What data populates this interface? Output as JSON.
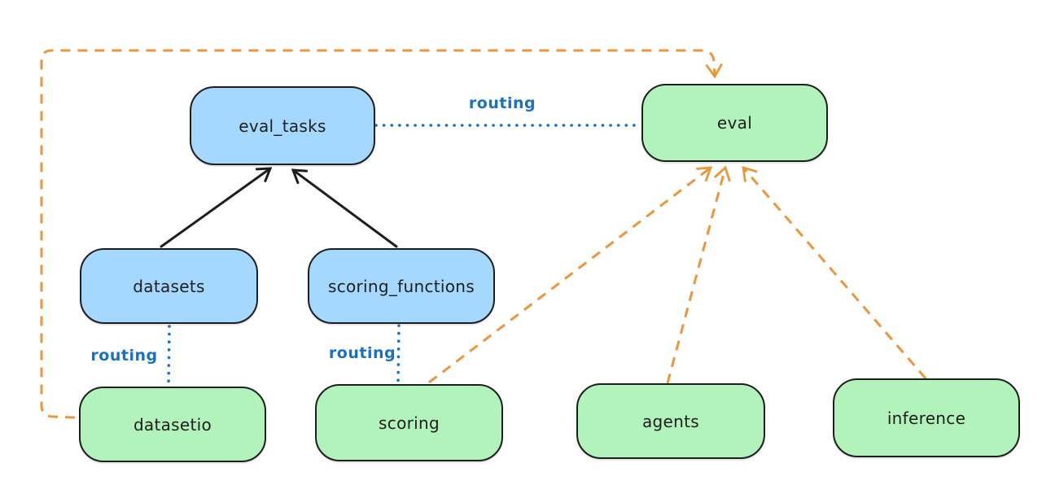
{
  "colors": {
    "background": "#ffffff",
    "blue_fill": "#a5d8ff",
    "green_fill": "#b2f2bb",
    "ink": "#1e1e1e",
    "routing_blue": "#1971c2",
    "orange": "#ec963c"
  },
  "nodes": {
    "eval_tasks": {
      "label": "eval_tasks",
      "fill": "blue"
    },
    "eval": {
      "label": "eval",
      "fill": "green"
    },
    "datasets": {
      "label": "datasets",
      "fill": "blue"
    },
    "scoring_functions": {
      "label": "scoring_functions",
      "fill": "blue"
    },
    "datasetio": {
      "label": "datasetio",
      "fill": "green"
    },
    "scoring": {
      "label": "scoring",
      "fill": "green"
    },
    "agents": {
      "label": "agents",
      "fill": "green"
    },
    "inference": {
      "label": "inference",
      "fill": "green"
    }
  },
  "edges": {
    "eval_tasks_eval": {
      "from": "eval_tasks",
      "to": "eval",
      "label": "routing",
      "style": "blue-dotted"
    },
    "datasets_datasetio": {
      "from": "datasets",
      "to": "datasetio",
      "label": "routing",
      "style": "blue-dotted"
    },
    "scoring_functions_scoring": {
      "from": "scoring_functions",
      "to": "scoring",
      "label": "routing",
      "style": "blue-dotted"
    },
    "datasets_eval_tasks": {
      "from": "datasets",
      "to": "eval_tasks",
      "label": "",
      "style": "black-solid-arrow"
    },
    "scoring_functions_eval_tasks": {
      "from": "scoring_functions",
      "to": "eval_tasks",
      "label": "",
      "style": "black-solid-arrow"
    },
    "scoring_eval": {
      "from": "scoring",
      "to": "eval",
      "label": "",
      "style": "orange-dashed-arrow"
    },
    "agents_eval": {
      "from": "agents",
      "to": "eval",
      "label": "",
      "style": "orange-dashed-arrow"
    },
    "inference_eval": {
      "from": "inference",
      "to": "eval",
      "label": "",
      "style": "orange-dashed-arrow"
    },
    "datasetio_eval": {
      "from": "datasetio",
      "to": "eval",
      "label": "",
      "style": "orange-dashed-arrow-loop"
    }
  }
}
